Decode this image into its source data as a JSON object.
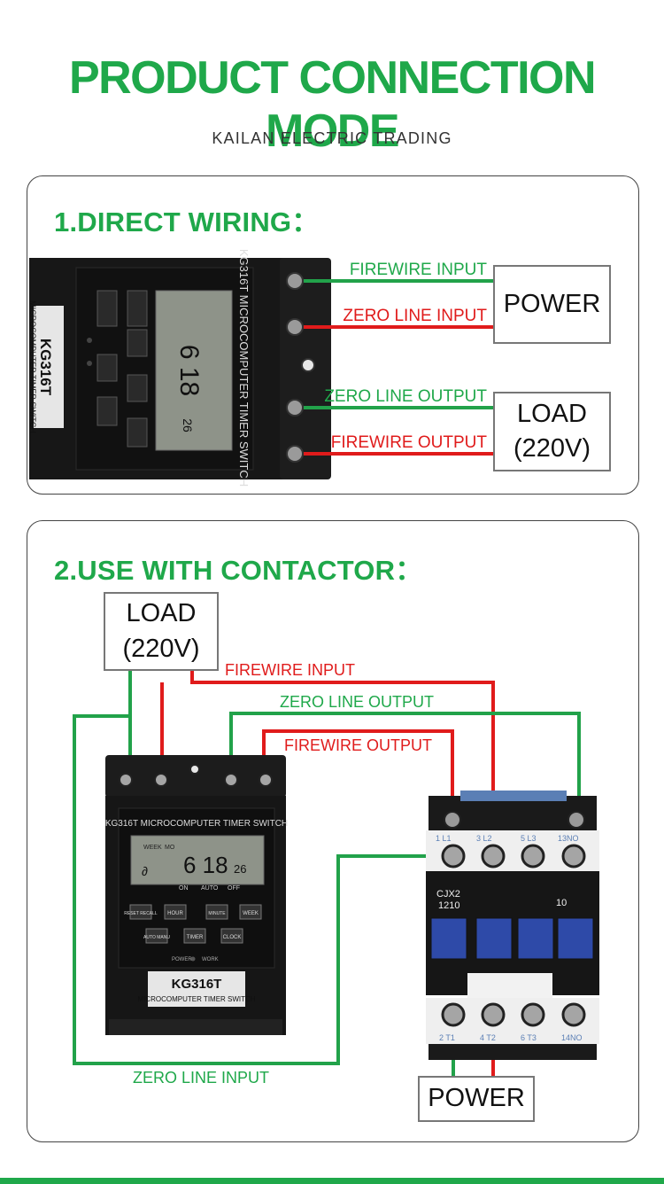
{
  "header": {
    "title": "PRODUCT CONNECTION MODE",
    "subtitle": "KAILAN ELECTRIC TRADING"
  },
  "section1": {
    "title": "1.DIRECT WIRING：",
    "labels": {
      "firewire_input": "FIREWIRE INPUT",
      "zero_line_input": "ZERO LINE INPUT",
      "zero_line_output": "ZERO LINE OUTPUT",
      "firewire_output": "FIREWIRE OUTPUT"
    },
    "power_box": "POWER",
    "load_box_line1": "LOAD",
    "load_box_line2": "(220V)"
  },
  "section2": {
    "title": "2.USE WITH CONTACTOR：",
    "labels": {
      "firewire_input": "FIREWIRE INPUT",
      "zero_line_output": "ZERO LINE OUTPUT",
      "firewire_output": "FIREWIRE OUTPUT",
      "zero_line_input": "ZERO LINE INPUT"
    },
    "load_box_line1": "LOAD",
    "load_box_line2": "(220V)",
    "power_box": "POWER"
  },
  "device": {
    "model": "KG316T",
    "name": "MICROCOMPUTER TIMER SWITCH",
    "name_caps": "KG316T MICROCOMPUTER TIMER SWITCH",
    "lcd_time": "6 18",
    "lcd_seconds": "26",
    "lcd_week": "WEEK",
    "lcd_mo": "MO",
    "lcd_on": "ON",
    "lcd_auto": "AUTO",
    "lcd_off": "OFF",
    "btn_reset": "RESET RECALL",
    "btn_hour": "HOUR",
    "btn_minute": "MINUTE",
    "btn_week": "WEEK",
    "btn_auto": "AUTO MANU",
    "btn_timer": "TIMER",
    "btn_clock": "CLOCK",
    "power_led": "POWER",
    "work_led": "WORK"
  },
  "contactor": {
    "model_line1": "CJX2",
    "model_line2": "1210",
    "code": "10",
    "top_terminals": [
      "1 L1",
      "3 L2",
      "5 L3",
      "13NO"
    ],
    "bottom_terminals": [
      "2 T1",
      "4 T2",
      "6 T3",
      "14NO"
    ]
  },
  "colors": {
    "brand_green": "#1fa84a",
    "wire_green": "#22a24a",
    "wire_red": "#e01b1b"
  }
}
